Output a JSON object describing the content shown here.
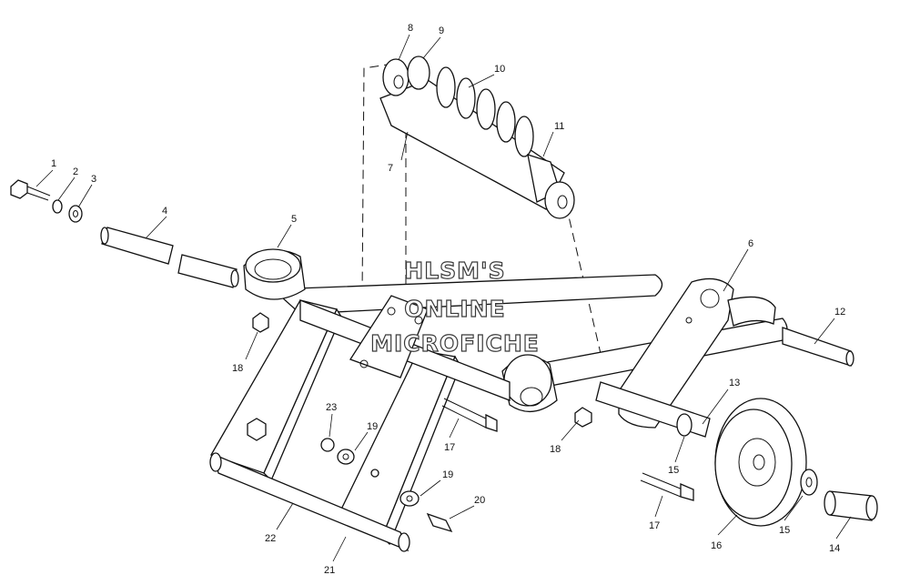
{
  "diagram": {
    "callouts": [
      {
        "id": "c1",
        "text": "1"
      },
      {
        "id": "c2",
        "text": "2"
      },
      {
        "id": "c3",
        "text": "3"
      },
      {
        "id": "c4",
        "text": "4"
      },
      {
        "id": "c5",
        "text": "5"
      },
      {
        "id": "c6",
        "text": "6"
      },
      {
        "id": "c7",
        "text": "7"
      },
      {
        "id": "c8",
        "text": "8"
      },
      {
        "id": "c9",
        "text": "9"
      },
      {
        "id": "c10",
        "text": "10"
      },
      {
        "id": "c11",
        "text": "11"
      },
      {
        "id": "c12",
        "text": "12"
      },
      {
        "id": "c13",
        "text": "13"
      },
      {
        "id": "c14",
        "text": "14"
      },
      {
        "id": "c15a",
        "text": "15"
      },
      {
        "id": "c15b",
        "text": "15"
      },
      {
        "id": "c16",
        "text": "16"
      },
      {
        "id": "c17a",
        "text": "17"
      },
      {
        "id": "c17b",
        "text": "17"
      },
      {
        "id": "c18a",
        "text": "18"
      },
      {
        "id": "c18b",
        "text": "18"
      },
      {
        "id": "c19a",
        "text": "19"
      },
      {
        "id": "c19b",
        "text": "19"
      },
      {
        "id": "c20",
        "text": "20"
      },
      {
        "id": "c21",
        "text": "21"
      },
      {
        "id": "c22",
        "text": "22"
      },
      {
        "id": "c23",
        "text": "23"
      }
    ],
    "watermark": {
      "line1": "HLSM'S",
      "line2": "ONLINE",
      "line3": "MICROFICHE"
    }
  }
}
